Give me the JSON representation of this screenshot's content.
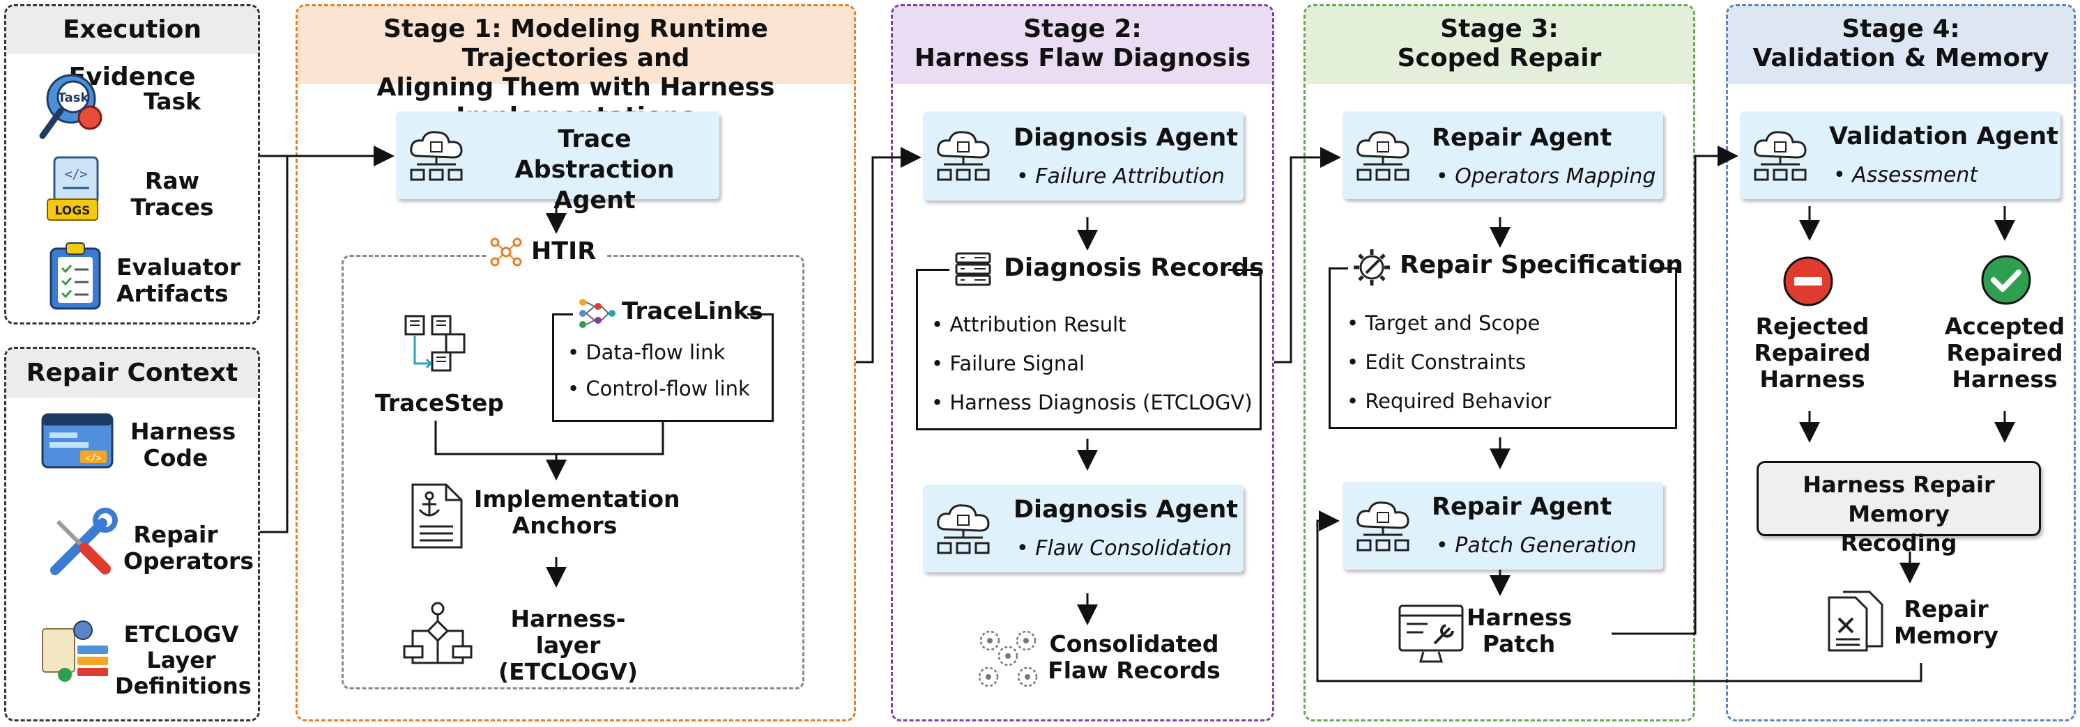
{
  "evidence": {
    "title": "Execution Evidence",
    "items": [
      "Task",
      "Raw\nTraces",
      "Evaluator\nArtifacts"
    ],
    "task_icon_text": "Task",
    "logs_icon_text": "LOGS"
  },
  "context": {
    "title": "Repair Context",
    "items": [
      "Harness\nCode",
      "Repair\nOperators",
      "ETCLOGV\nLayer\nDefinitions"
    ]
  },
  "stage1": {
    "title": "Stage 1: Modeling Runtime Trajectories and\nAligning Them with Harness Implementations",
    "agent_title": "Trace Abstraction\nAgent",
    "htir": "HTIR",
    "tracestep": "TraceStep",
    "tracelinks": "TraceLinks",
    "tracelinks_items": [
      "• Data-flow link",
      "• Control-flow link"
    ],
    "anchors": "Implementation\nAnchors",
    "layer": "Harness-layer\n(ETCLOGV)"
  },
  "stage2": {
    "title": "Stage 2:\nHarness Flaw Diagnosis",
    "agent1_title": "Diagnosis Agent",
    "agent1_sub": "•  Failure Attribution",
    "records_title": "Diagnosis Records",
    "records_items": [
      "•  Attribution Result",
      "•  Failure Signal",
      "•  Harness Diagnosis (ETCLOGV)"
    ],
    "agent2_title": "Diagnosis Agent",
    "agent2_sub": "•  Flaw Consolidation",
    "output": "Consolidated\nFlaw Records"
  },
  "stage3": {
    "title": "Stage 3:\nScoped Repair",
    "agent1_title": "Repair Agent",
    "agent1_sub": "•  Operators Mapping",
    "spec_title": "Repair Specification",
    "spec_items": [
      "•  Target and Scope",
      "•  Edit Constraints",
      "•  Required Behavior"
    ],
    "agent2_title": "Repair Agent",
    "agent2_sub": "•  Patch Generation",
    "output": "Harness\nPatch"
  },
  "stage4": {
    "title": "Stage 4:\nValidation & Memory",
    "agent_title": "Validation Agent",
    "agent_sub": "•  Assessment",
    "rejected": "Rejected\nRepaired\nHarness",
    "accepted": "Accepted\nRepaired\nHarness",
    "memory_box": "Harness Repair Memory\nRecoding",
    "memory": "Repair\nMemory"
  },
  "colors": {
    "stage1": "#e67e22",
    "stage1_head": "#fbe4d2",
    "stage2": "#7b3fa8",
    "stage2_head": "#eadcf2",
    "stage3": "#6aa84f",
    "stage3_head": "#e4efd9",
    "stage4": "#5b84c4",
    "stage4_head": "#dde7f4",
    "agent_fill": "#dff1fb"
  }
}
